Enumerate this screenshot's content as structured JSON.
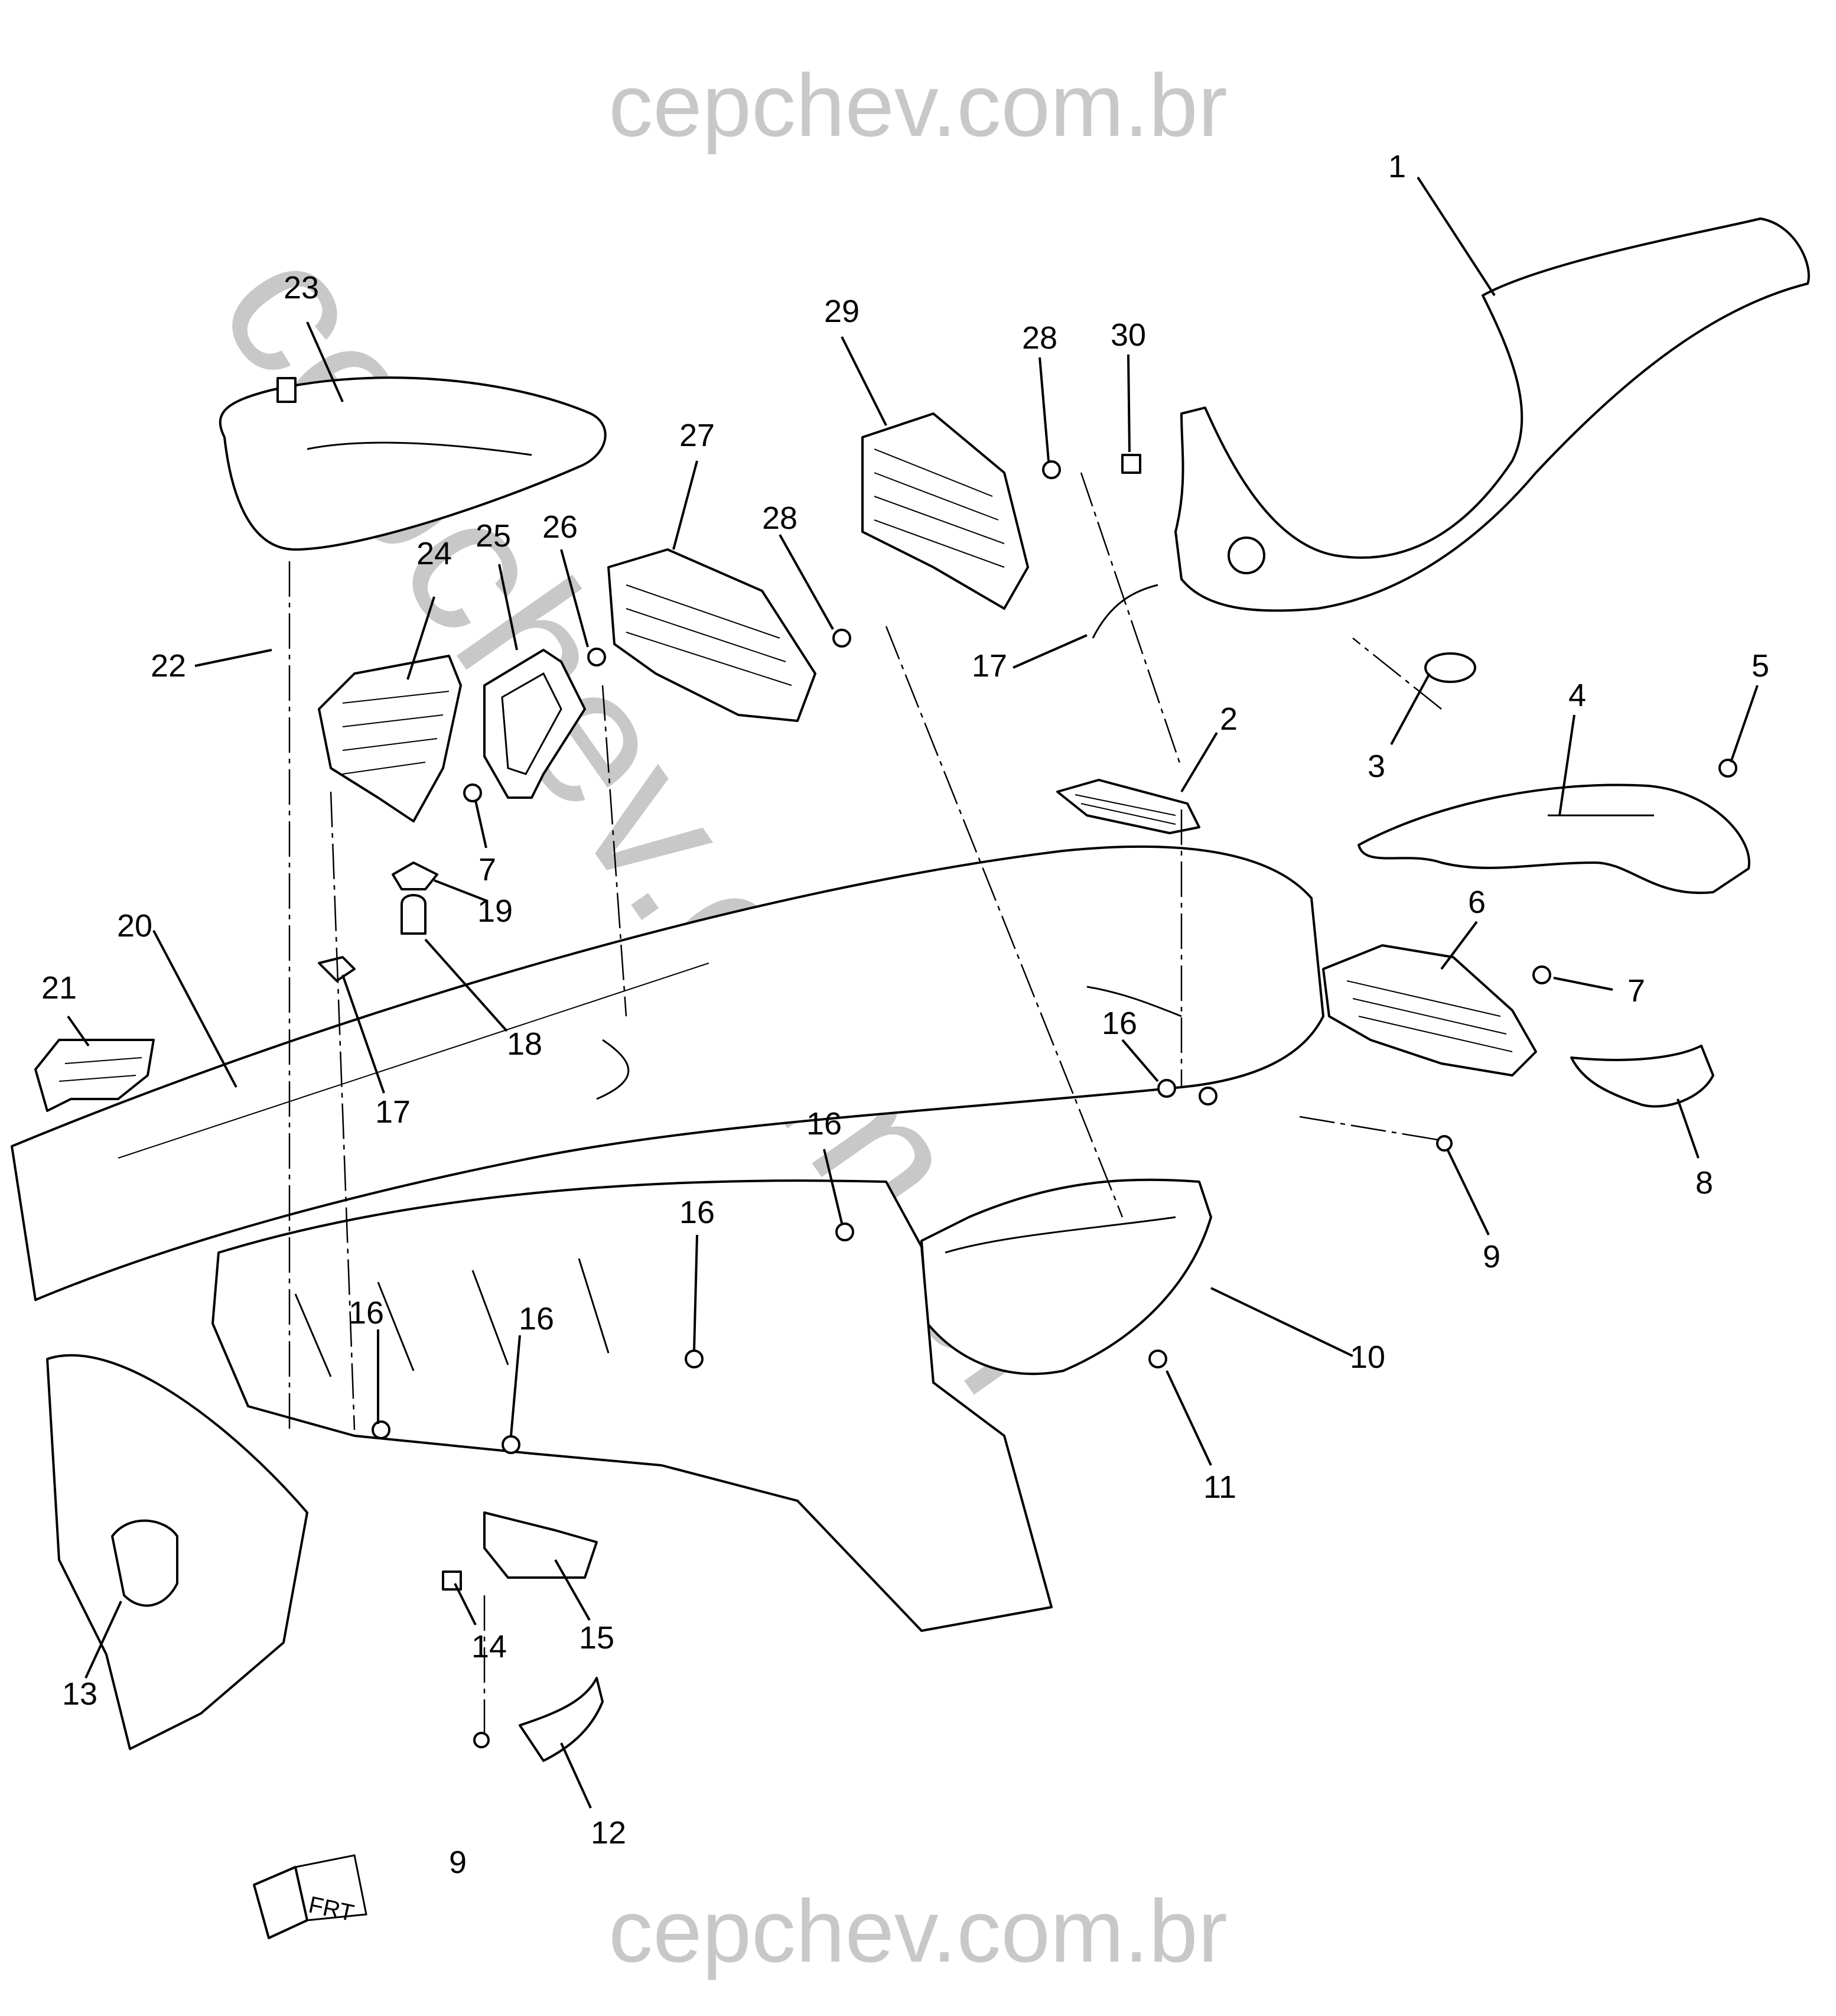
{
  "watermark": {
    "top": "cepchev.com.br",
    "diagonal": "cepchev.com.br",
    "bottom": "cepchev.com.br"
  },
  "callouts": [
    "1",
    "2",
    "3",
    "4",
    "5",
    "6",
    "7",
    "7",
    "8",
    "9",
    "9",
    "10",
    "11",
    "12",
    "13",
    "14",
    "15",
    "16",
    "16",
    "16",
    "16",
    "16",
    "17",
    "17",
    "18",
    "19",
    "20",
    "21",
    "22",
    "23",
    "24",
    "25",
    "26",
    "27",
    "28",
    "28",
    "29",
    "30"
  ],
  "front_indicator": "FRT"
}
